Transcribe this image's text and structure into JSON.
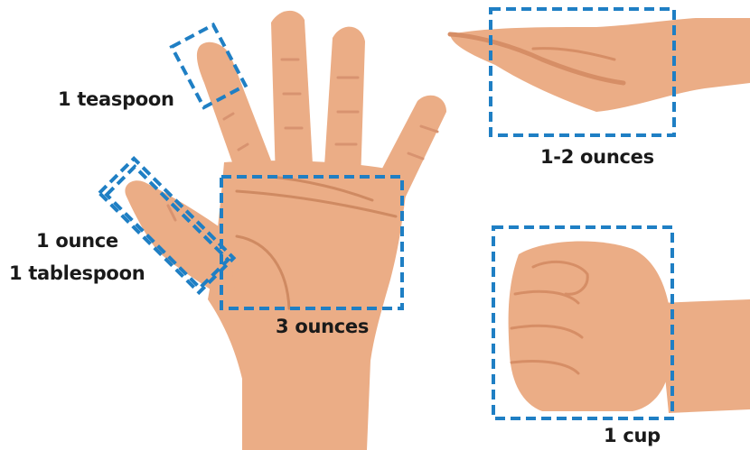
{
  "labels": {
    "teaspoon": "1 teaspoon",
    "ounce": "1 ounce",
    "tablespoon": "1 tablespoon",
    "three_ounces": "3 ounces",
    "one_two_ounces": "1-2 ounces",
    "cup": "1 cup"
  },
  "colors": {
    "skin": "#ebad86",
    "skin_shadow": "#d68e66",
    "crease": "#c77f5a",
    "box_stroke": "#1f7fc4",
    "label_text": "#1a1a1a"
  }
}
